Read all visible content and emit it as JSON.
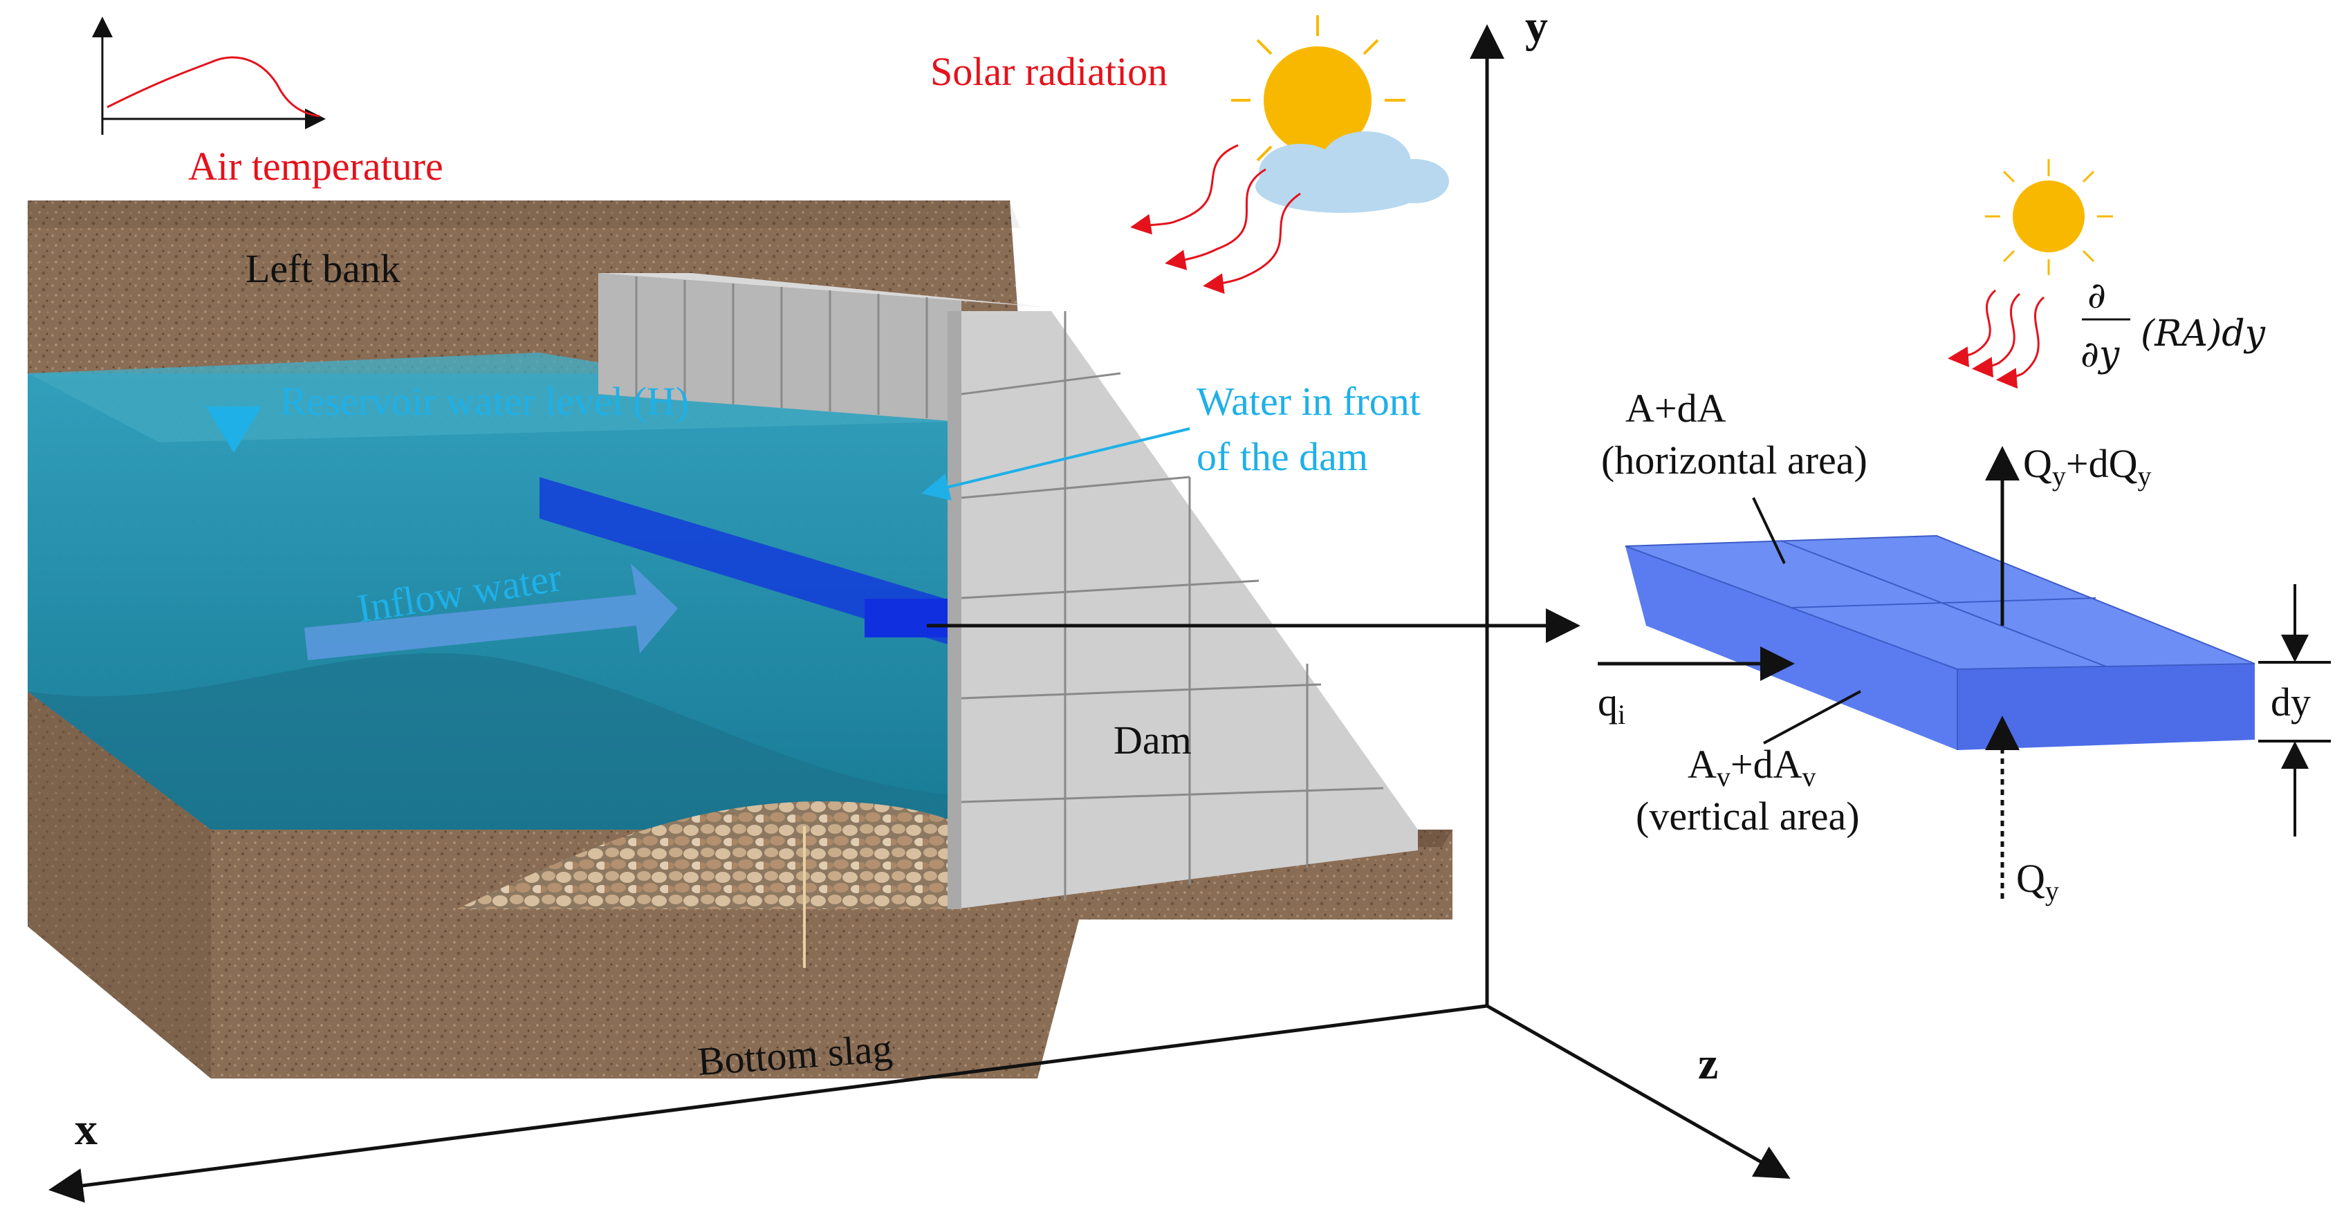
{
  "labels": {
    "air_temperature": "Air temperature",
    "solar_radiation": "Solar radiation",
    "left_bank": "Left bank",
    "reservoir_level": "Reservoir water level (H)",
    "water_front_line1": "Water in front",
    "water_front_line2": "of the dam",
    "inflow_water": "Inflow water",
    "dam": "Dam",
    "bottom_slag": "Bottom slag",
    "horizontal_area_line1": "A+dA",
    "horizontal_area_line2": "(horizontal area)",
    "vertical_area_line2": "(vertical area)"
  },
  "vertical_area": {
    "base": "A",
    "sub": "v",
    "mid": "+dA",
    "sub2": "v"
  },
  "flux_top": {
    "base": "Q",
    "sub": "y",
    "mid": "+dQ",
    "sub2": "y"
  },
  "flux_bottom": {
    "base": "Q",
    "sub": "y"
  },
  "inflow_flux": {
    "base": "q",
    "sub": "i"
  },
  "thickness": "dy",
  "radiation_term": {
    "numerator": "∂",
    "denominator": "∂y",
    "body": "(RA)dy"
  },
  "axes": {
    "x": "x",
    "y": "y",
    "z": "z"
  },
  "colors": {
    "label_red": "#e4121c",
    "label_blue": "#1fb0e8",
    "water": "#1a9cc0",
    "water_layer": "#1030e0",
    "element_fill": "#5a7cf0",
    "sun": "#f9b800",
    "cloud": "#b7d8ef",
    "soil": "#8a6d55",
    "concrete": "#c9c9c9"
  }
}
